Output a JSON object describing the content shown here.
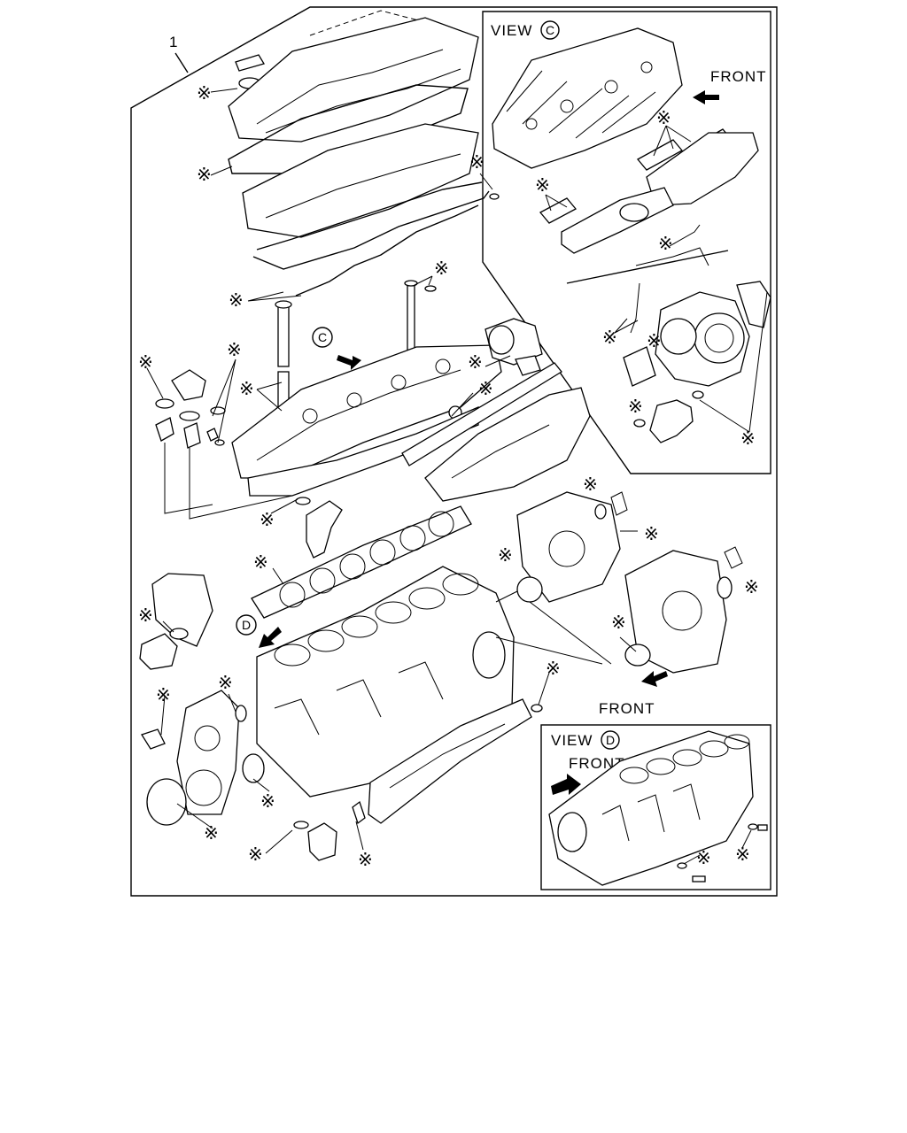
{
  "diagram": {
    "item_number": "1",
    "view_c_label": "VIEW",
    "view_c_circle": "C",
    "view_d_label": "VIEW",
    "view_d_circle": "D",
    "ref_c": "C",
    "ref_d": "D",
    "front_label_1": "FRONT",
    "front_label_2": "FRONT",
    "front_label_3": "FRONT",
    "star_mark": "※"
  }
}
